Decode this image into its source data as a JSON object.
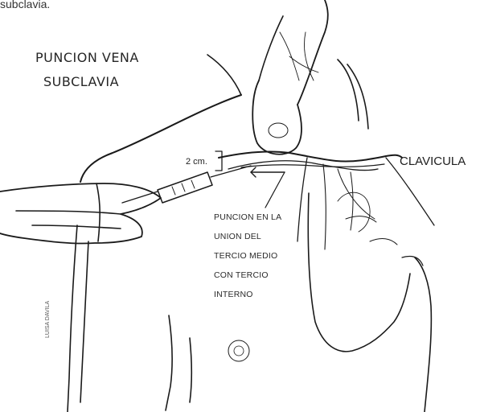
{
  "caption_fragment": "subclavia.",
  "title": {
    "line1": "PUNCION VENA",
    "line2": "SUBCLAVIA"
  },
  "labels": {
    "clavicula": "CLAVICULA",
    "distance": "2 cm.",
    "puncture_note": [
      "PUNCION EN LA",
      "UNION DEL",
      "TERCIO MEDIO",
      "CON TERCIO",
      "INTERNO"
    ]
  },
  "signature": "LUISA DAVILA",
  "colors": {
    "ink": "#1a1a1a",
    "background": "#ffffff"
  }
}
